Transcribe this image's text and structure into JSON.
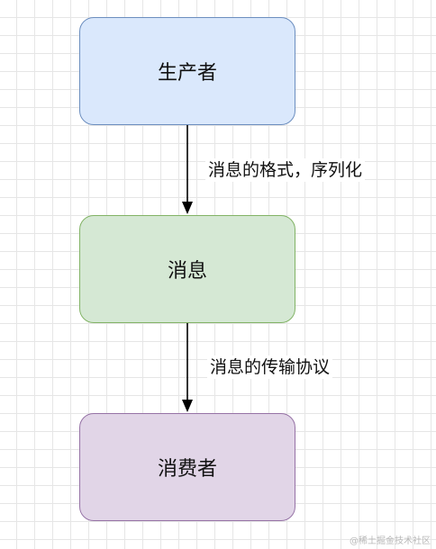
{
  "nodes": {
    "producer": "生产者",
    "message": "消息",
    "consumer": "消费者"
  },
  "edges": {
    "producer_to_message": "消息的格式，序列化",
    "message_to_consumer": "消息的传输协议"
  },
  "watermark": "@稀土掘金技术社区",
  "colors": {
    "producer_fill": "#dae8fc",
    "producer_stroke": "#6c8ebf",
    "message_fill": "#d5e8d4",
    "message_stroke": "#82b366",
    "consumer_fill": "#e1d5e7",
    "consumer_stroke": "#9673a6",
    "edge": "#000000"
  }
}
